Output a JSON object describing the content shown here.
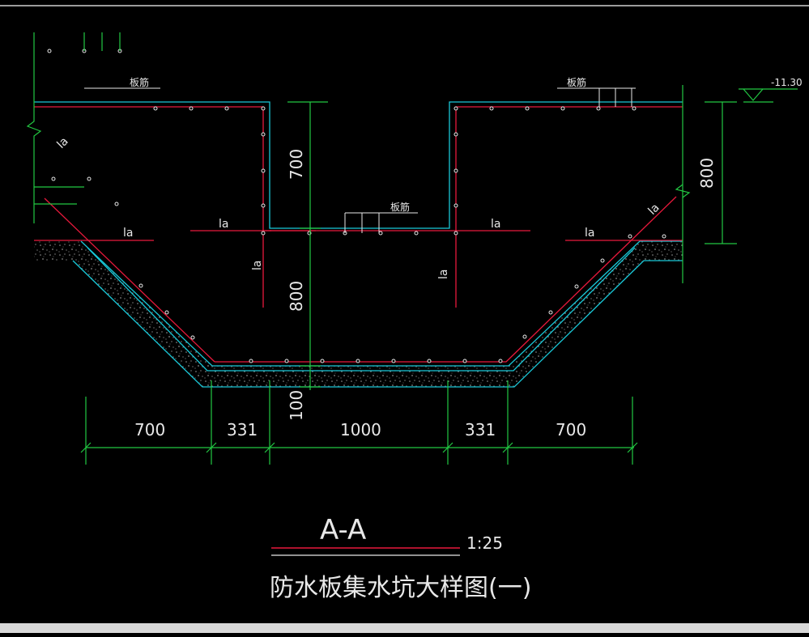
{
  "colors": {
    "background": "#000000",
    "rebar": "#e8193c",
    "waterproof": "#19c8d8",
    "dimension": "#22c842",
    "text": "#e8e8e8",
    "concrete": "#9a9a9a"
  },
  "drawing": {
    "elevation_label": "-11.30",
    "labels": {
      "slab_rebar_left": "板筋",
      "slab_rebar_right": "板筋",
      "slab_rebar_center": "板筋",
      "la_1": "la",
      "la_2": "la",
      "la_3": "la",
      "la_4": "la",
      "la_vertical_left": "la",
      "la_vertical_right": "la",
      "la_diag_left": "la",
      "la_diag_right": "la"
    },
    "dimensions": {
      "vertical_700": "700",
      "vertical_800_pit": "800",
      "vertical_100": "100",
      "vertical_800_slab": "800",
      "horizontal": [
        "700",
        "331",
        "1000",
        "331",
        "700"
      ]
    },
    "section_mark": "A-A",
    "scale": "1:25",
    "caption": "防水板集水坑大样图(一)"
  }
}
